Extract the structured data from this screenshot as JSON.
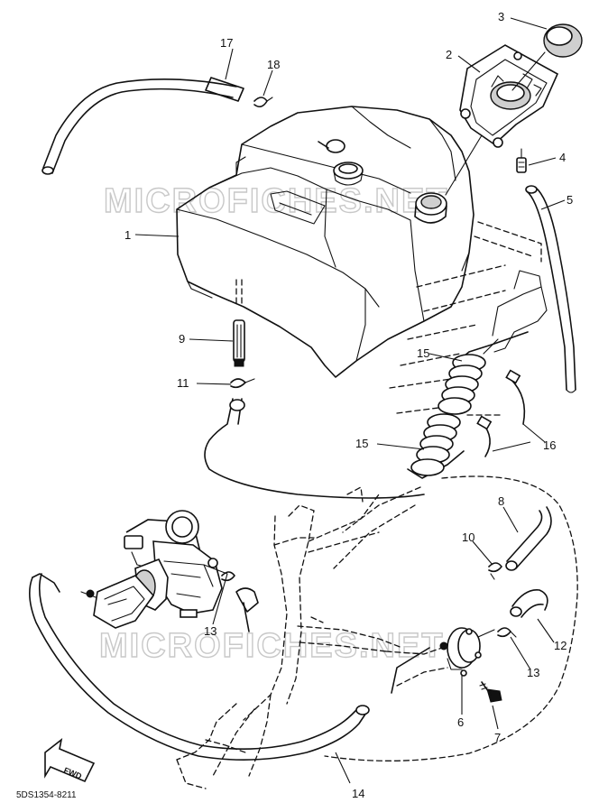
{
  "watermark": {
    "top": "MICROFICHES.NET",
    "bottom": "MICROFICHES.NET"
  },
  "diagram_code": "5DS1354-8211",
  "fwd_label": "FWD",
  "callouts": {
    "c1": "1",
    "c2": "2",
    "c3": "3",
    "c4": "4",
    "c5": "5",
    "c6": "6",
    "c7": "7",
    "c8": "8",
    "c9": "9",
    "c10": "10",
    "c11": "11",
    "c12": "12",
    "c13a": "13",
    "c13b": "13",
    "c14": "14",
    "c15a": "15",
    "c15b": "15",
    "c16": "16",
    "c17": "17",
    "c18": "18"
  }
}
